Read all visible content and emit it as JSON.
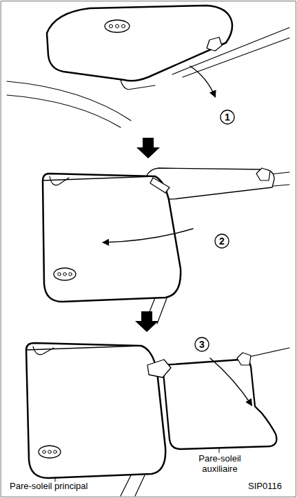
{
  "diagram": {
    "labels": [
      "1",
      "2",
      "3",
      "Pare-soleil principal",
      "Pare-soleil auxiliaire",
      "SIP0116"
    ]
  }
}
